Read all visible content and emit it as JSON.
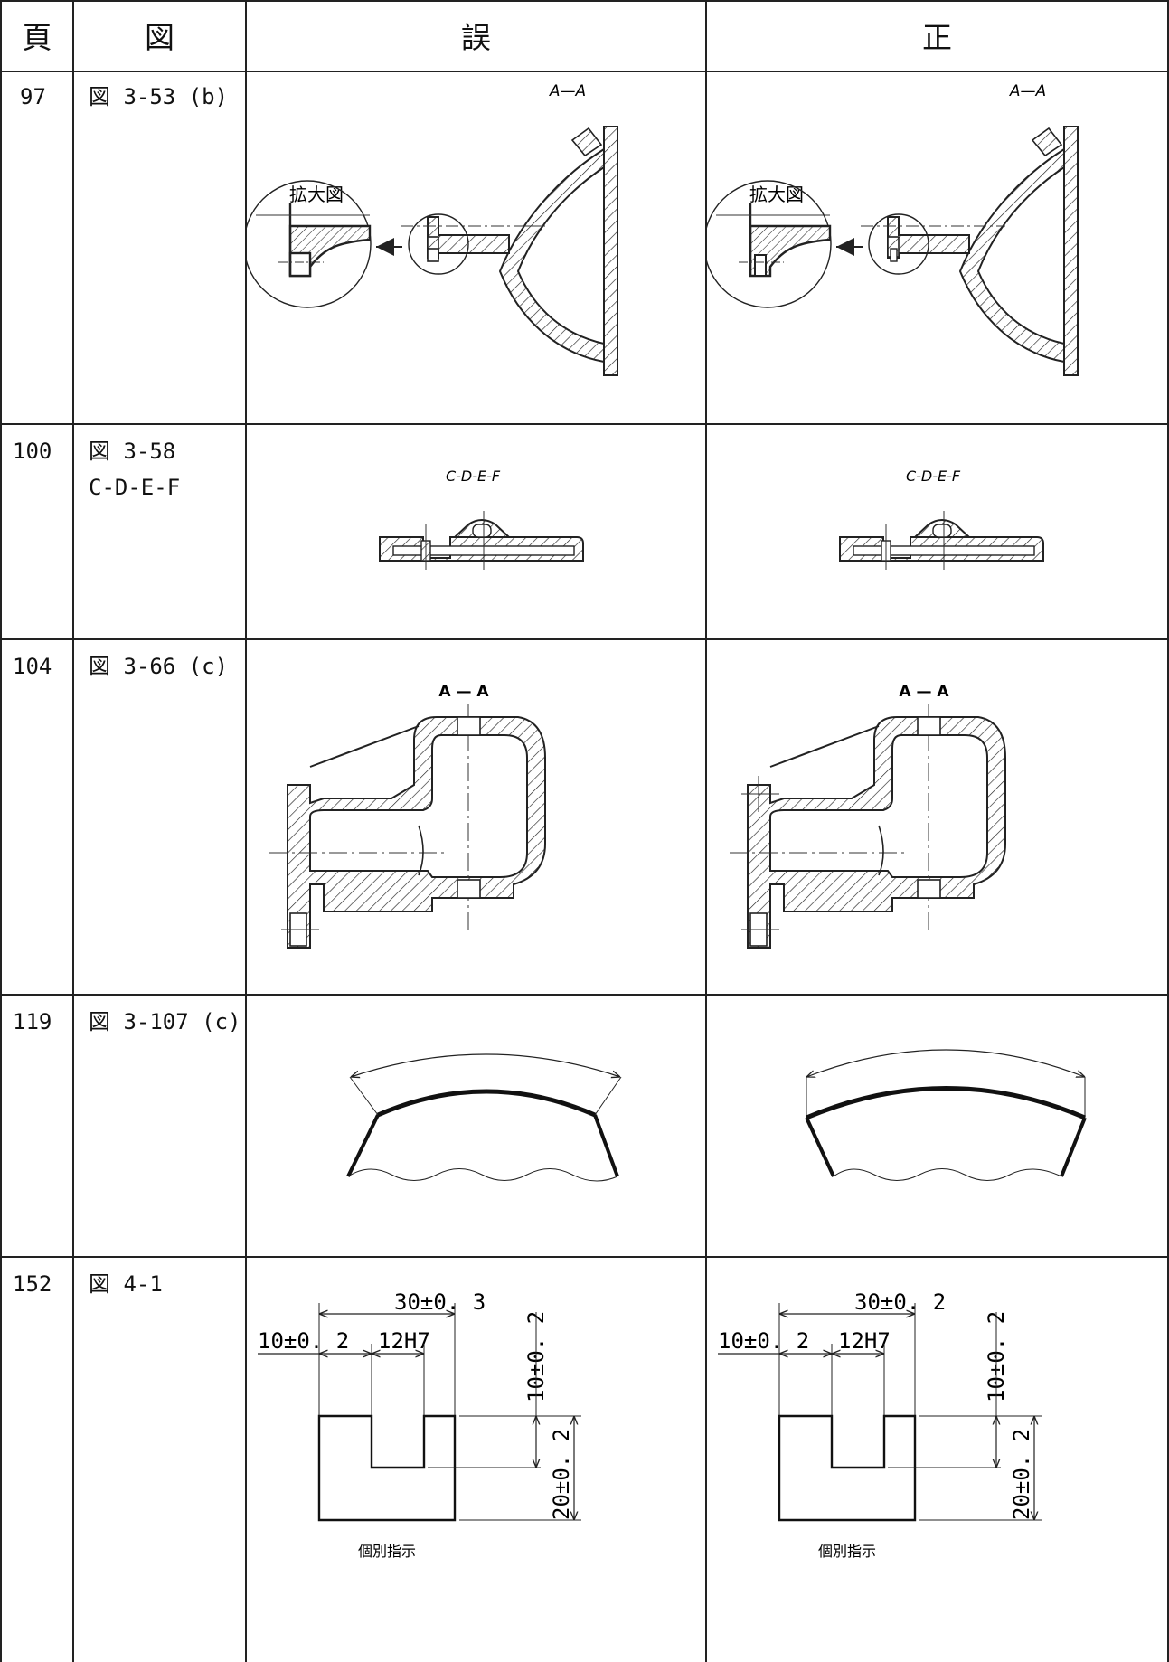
{
  "table": {
    "headers": {
      "page": "頁",
      "figure": "図",
      "wrong": "誤",
      "correct": "正"
    },
    "rows": [
      {
        "page": "97",
        "figure": "図 3-53 (b)",
        "wrong": {
          "section_label": "A—A",
          "zoom_label": "拡大図"
        },
        "correct": {
          "section_label": "A—A",
          "zoom_label": "拡大図"
        }
      },
      {
        "page": "100",
        "figure_line1": "図 3-58",
        "figure_line2": "C-D-E-F",
        "wrong": {
          "section_label": "C-D-E-F"
        },
        "correct": {
          "section_label": "C-D-E-F"
        }
      },
      {
        "page": "104",
        "figure": "図 3-66 (c)",
        "wrong": {
          "section_label": "A — A"
        },
        "correct": {
          "section_label": "A — A"
        }
      },
      {
        "page": "119",
        "figure": "図 3-107 (c)"
      },
      {
        "page": "152",
        "figure": "図 4-1",
        "wrong": {
          "dim_overall": "30±0. 3",
          "dim_left": "10±0. 2",
          "dim_slot": "12H7",
          "dim_depth": "10±0. 2",
          "dim_height": "20±0. 2",
          "note": "個別指示"
        },
        "correct": {
          "dim_overall": "30±0. 2",
          "dim_left": "10±0. 2",
          "dim_slot": "12H7",
          "dim_depth": "10±0. 2",
          "dim_height": "20±0. 2",
          "note": "個別指示"
        }
      }
    ]
  }
}
